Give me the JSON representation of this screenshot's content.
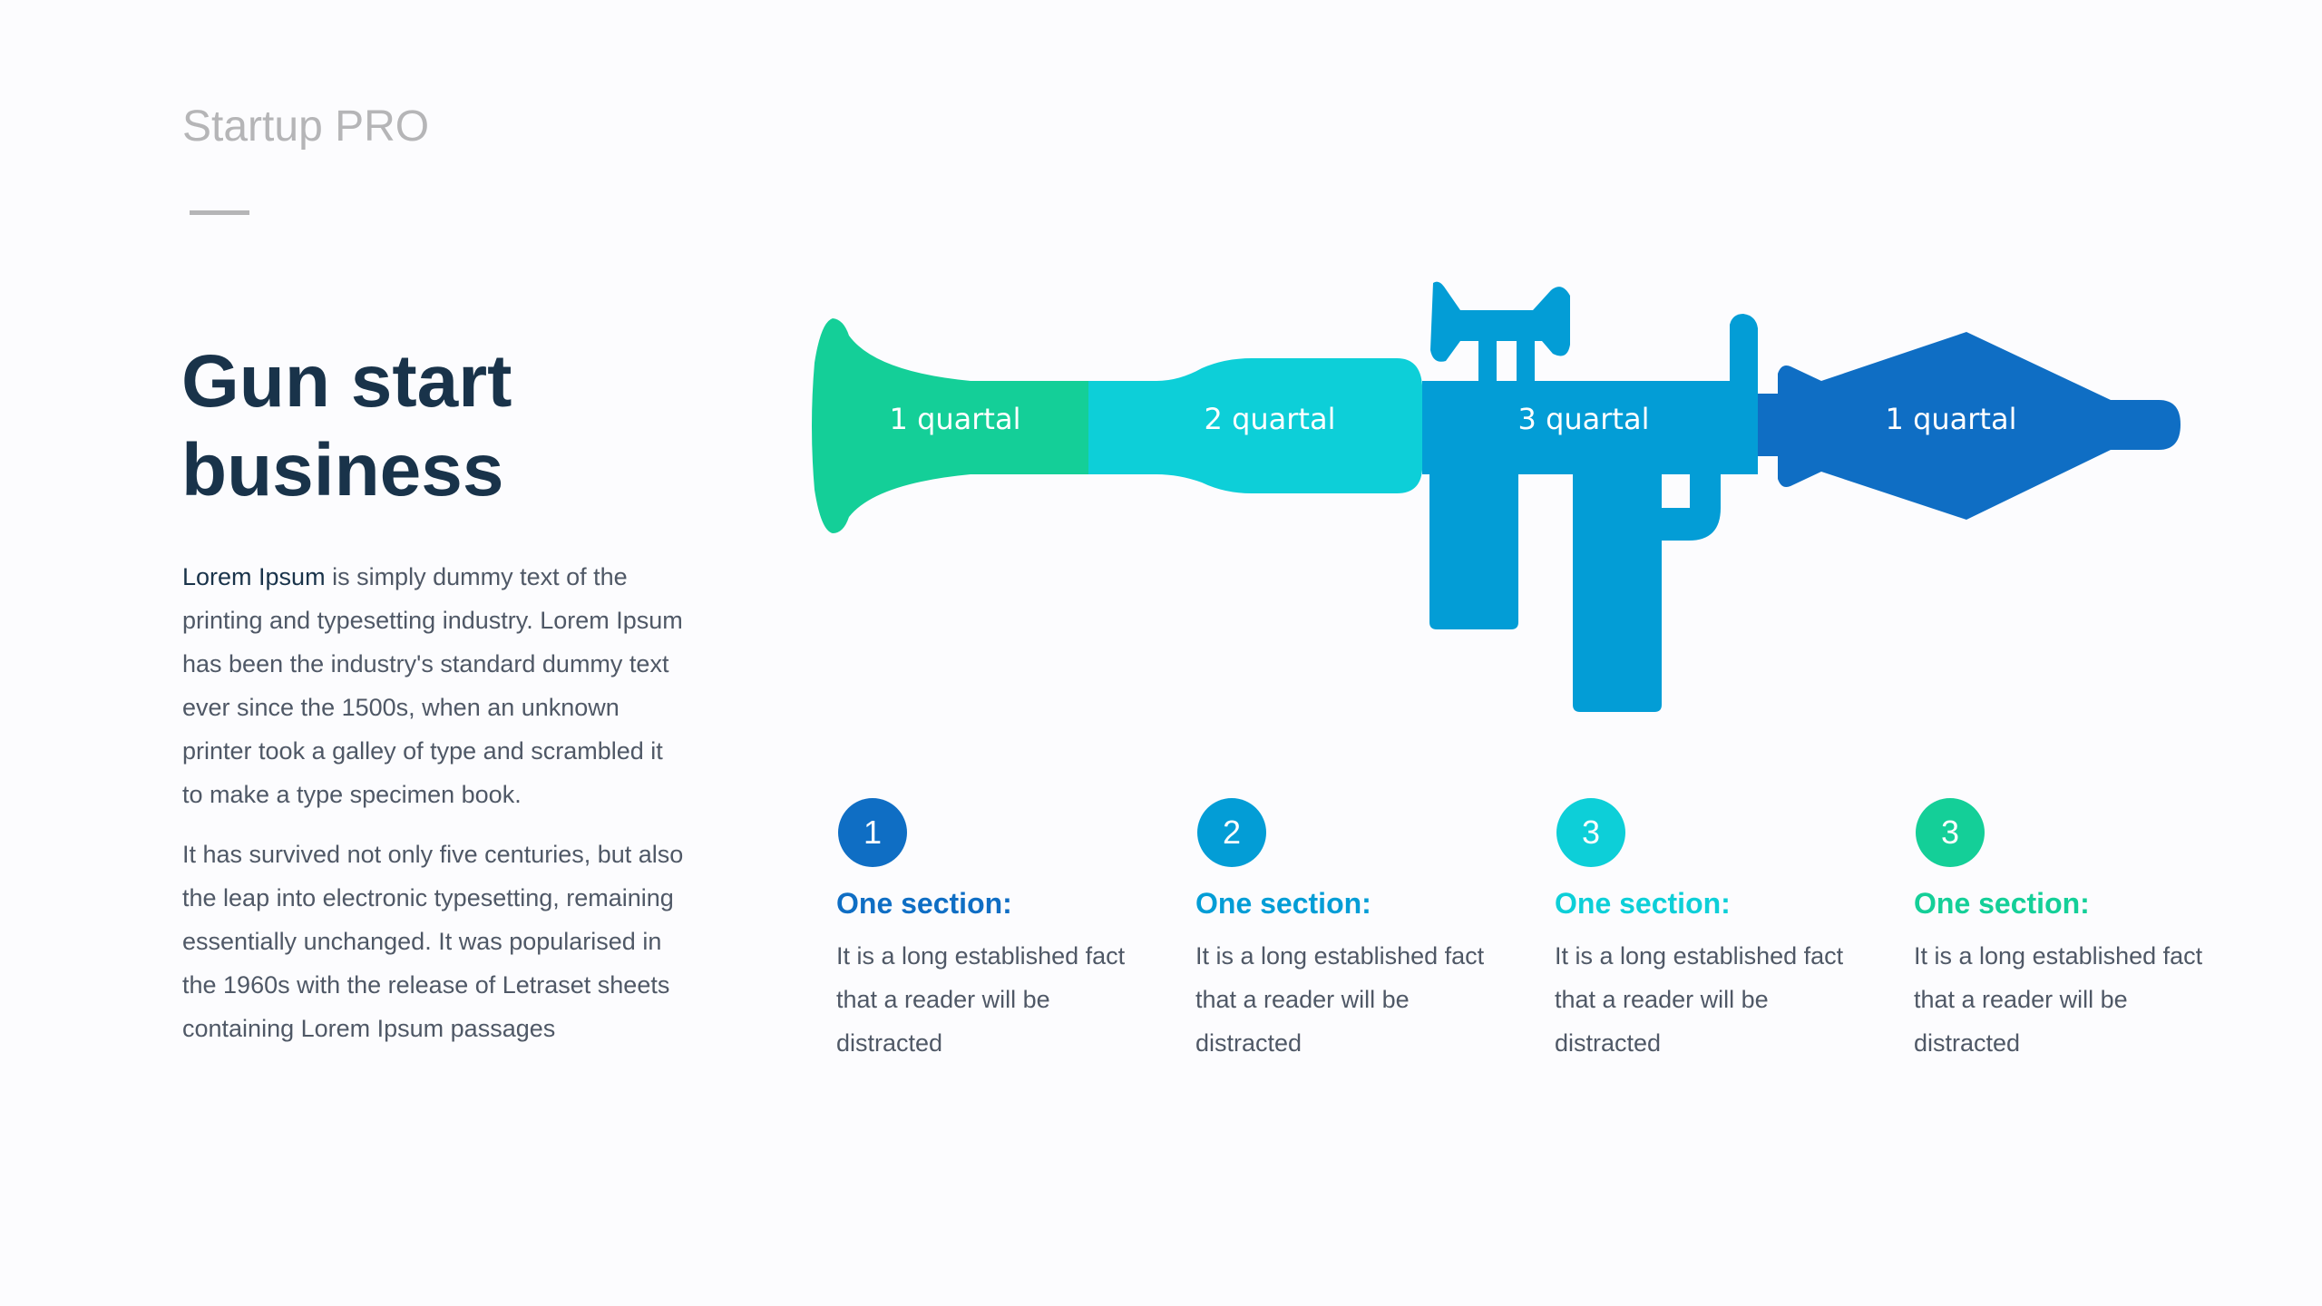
{
  "header": {
    "brand": "Startup PRO"
  },
  "title": {
    "line1": "Gun start",
    "line2": "business"
  },
  "intro": {
    "lead": "Lorem Ipsum",
    "p1_lines": [
      " is simply dummy text of the",
      "printing and typesetting industry. Lorem Ipsum",
      "has been the industry's standard dummy text",
      "ever since the 1500s, when an unknown",
      "printer took a galley of type and scrambled it",
      "to make a type specimen book."
    ],
    "p2_lines": [
      "It has survived not only five centuries, but also",
      "the leap into electronic typesetting, remaining",
      "essentially unchanged. It was popularised in",
      "the 1960s with the release of Letraset sheets",
      "containing Lorem Ipsum passages"
    ]
  },
  "gun": {
    "segments": [
      {
        "label": "1 quartal",
        "color": "#14cf98"
      },
      {
        "label": "2 quartal",
        "color": "#0dcfd8"
      },
      {
        "label": "3 quartal",
        "color": "#039dd6"
      },
      {
        "label": "1 quartal",
        "color": "#0f6ec4"
      }
    ]
  },
  "steps": [
    {
      "number": "1",
      "heading": "One section:",
      "lines": [
        "It is a long established fact",
        "that a reader will be",
        "distracted"
      ],
      "color": "#0f6ec4"
    },
    {
      "number": "2",
      "heading": "One section:",
      "lines": [
        "It is a long established fact",
        "that a reader will be",
        "distracted"
      ],
      "color": "#039dd6"
    },
    {
      "number": "3",
      "heading": "One section:",
      "lines": [
        "It is a long established fact",
        "that a reader will be",
        "distracted"
      ],
      "color": "#0dcfd8"
    },
    {
      "number": "3",
      "heading": "One section:",
      "lines": [
        "It is a long established fact",
        "that a reader will be",
        "distracted"
      ],
      "color": "#14cf98"
    }
  ]
}
